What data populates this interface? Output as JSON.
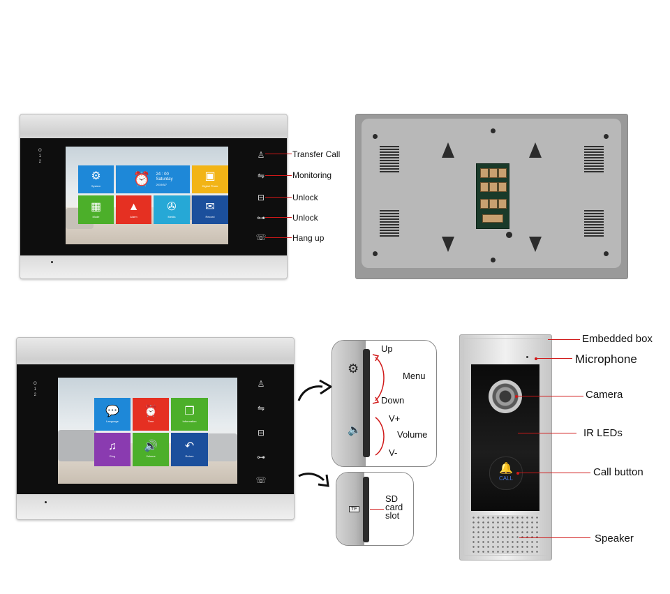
{
  "top_monitor": {
    "led_labels": [
      "O",
      "1",
      "2"
    ],
    "clock": {
      "time": "24 : 00",
      "day": "Saturday",
      "date": "2019/5/7"
    },
    "tiles": [
      {
        "label": "System",
        "icon": "⚙",
        "color": "#1e88d8"
      },
      {
        "label": "",
        "icon": "⏰",
        "color": "#1e88d8"
      },
      {
        "label": "Digital Photo",
        "icon": "▣",
        "color": "#f2b416"
      },
      {
        "label": "Mode",
        "icon": "▦",
        "color": "#4caf2a"
      },
      {
        "label": "Alarm",
        "icon": "▲",
        "color": "#e53022"
      },
      {
        "label": "Media",
        "icon": "✇",
        "color": "#26a8d6"
      },
      {
        "label": "Record",
        "icon": "✉",
        "color": "#1b4f9c"
      }
    ],
    "buttons": [
      {
        "label": "Transfer Call",
        "icon": "person-icon",
        "glyph": "♙"
      },
      {
        "label": "Monitoring",
        "icon": "monitor-arrows-icon",
        "glyph": "⇋"
      },
      {
        "label": "Unlock",
        "icon": "door-icon",
        "glyph": "⊟"
      },
      {
        "label": "Unlock",
        "icon": "key-icon",
        "glyph": "⊶"
      },
      {
        "label": "Hang up",
        "icon": "handset-icon",
        "glyph": "☏"
      }
    ]
  },
  "bottom_monitor": {
    "led_labels": [
      "O",
      "1",
      "2"
    ],
    "tiles": [
      {
        "label": "Language",
        "icon": "💬",
        "color": "#1e88d8"
      },
      {
        "label": "Time",
        "icon": "⏰",
        "color": "#e53022"
      },
      {
        "label": "Information",
        "icon": "❐",
        "color": "#4caf2a"
      },
      {
        "label": "Ring",
        "icon": "♫",
        "color": "#8a3bb0"
      },
      {
        "label": "Volume",
        "icon": "🔊",
        "color": "#4caf2a"
      },
      {
        "label": "Return",
        "icon": "↶",
        "color": "#1b4f9c"
      }
    ],
    "side_glyphs": [
      "♙",
      "⇋",
      "⊟",
      "⊶",
      "☏"
    ]
  },
  "side_zoom": {
    "up": "Up",
    "menu": "Menu",
    "down": "Down",
    "vplus": "V+",
    "volume": "Volume",
    "vminus": "V-",
    "sd_line1": "SD",
    "sd_line2": "card",
    "sd_line3": "slot",
    "tf": "TF"
  },
  "doorbell": {
    "labels": {
      "embedded_box": "Embedded box",
      "microphone": "Microphone",
      "camera": "Camera",
      "ir_leds": "IR LEDs",
      "call_button": "Call button",
      "speaker": "Speaker"
    },
    "call_text": "CALL"
  },
  "colors": {
    "callout": "#d01818"
  }
}
